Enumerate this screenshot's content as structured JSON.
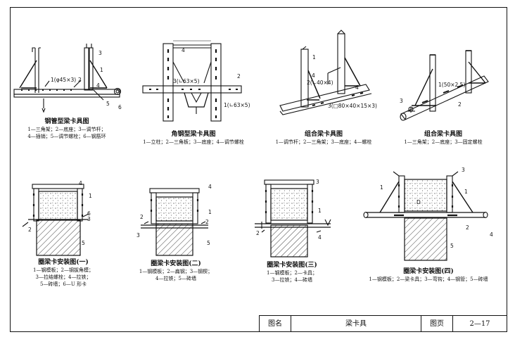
{
  "figures": [
    {
      "title": "钢管型梁卡具图",
      "desc": [
        "1—三角架；2—底座；3—调节杆；",
        "4—插销；5—调节螺栓；6—钢筋环"
      ]
    },
    {
      "title": "角钢型梁卡具图",
      "desc": [
        "1—立柱；2—三角板；3—底座；4—调节螺栓"
      ]
    },
    {
      "title": "组合梁卡具图",
      "desc": [
        "1—调节杆；2—三角架；3—底座；4—螺栓"
      ]
    },
    {
      "title": "组合梁卡具图",
      "desc": [
        "1—三角架；2—底座；3—固定螺栓"
      ]
    },
    {
      "title": "圈梁卡安装图(一)",
      "desc": [
        "1—钢模板；2—钢拔角模；",
        "3—拉结螺栓；4—拉铁；",
        "5—砖墙；6—U 形卡"
      ]
    },
    {
      "title": "圈梁卡安装图(二)",
      "desc": [
        "1—钢模板；2—扁钢；3—钢楔；",
        "4—拉铁；5—砖墙"
      ]
    },
    {
      "title": "圈梁卡安装图(三)",
      "desc": [
        "1—钢模板；2—卡具；",
        "3—拉铁；4—砖墙"
      ]
    },
    {
      "title": "圈梁卡安装图(四)",
      "desc": [
        "1—钢模板；2—梁卡具；3—弯钩；4—钢管；5—砖墙"
      ]
    }
  ],
  "annotations": {
    "f1_spec": "1(φ45×3)",
    "f2_spec1": "3(∟63×5)",
    "f2_spec2": "1(∟63×5)",
    "f3_spec1": "2(∟40×4)",
    "f3_spec2": "3(□80×40×15×3)",
    "f4_spec": "1(50×2.5)",
    "n1": "1",
    "n2": "2",
    "n3": "3",
    "n4": "4",
    "n5": "5",
    "n6": "6",
    "nD": "D"
  },
  "title_block": {
    "name_label": "图名",
    "name_value": "梁卡具",
    "page_label": "图页",
    "page_value": "2—17"
  }
}
